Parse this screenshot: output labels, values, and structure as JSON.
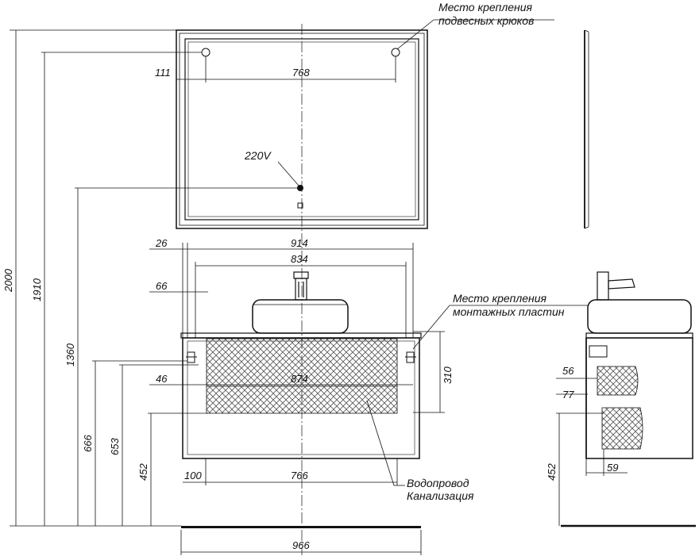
{
  "labels": {
    "hooks_line1": "Место крепления",
    "hooks_line2": "подвесных крюков",
    "plates_line1": "Место крепления",
    "plates_line2": "монтажных пластин",
    "voltage": "220V",
    "water_line1": "Водопровод",
    "water_line2": "Канализация"
  },
  "dimensions": {
    "d111": "111",
    "d768": "768",
    "d26": "26",
    "d914": "914",
    "d834": "834",
    "d66": "66",
    "d46": "46",
    "d874": "874",
    "d310": "310",
    "d100": "100",
    "d766": "766",
    "d966": "966",
    "d2000": "2000",
    "d1910": "1910",
    "d1360": "1360",
    "d666": "666",
    "d653": "653",
    "d452": "452",
    "d56": "56",
    "d77": "77",
    "d59": "59",
    "d452_side": "452"
  },
  "colors": {
    "line": "#111111",
    "hatch": "#555555"
  }
}
